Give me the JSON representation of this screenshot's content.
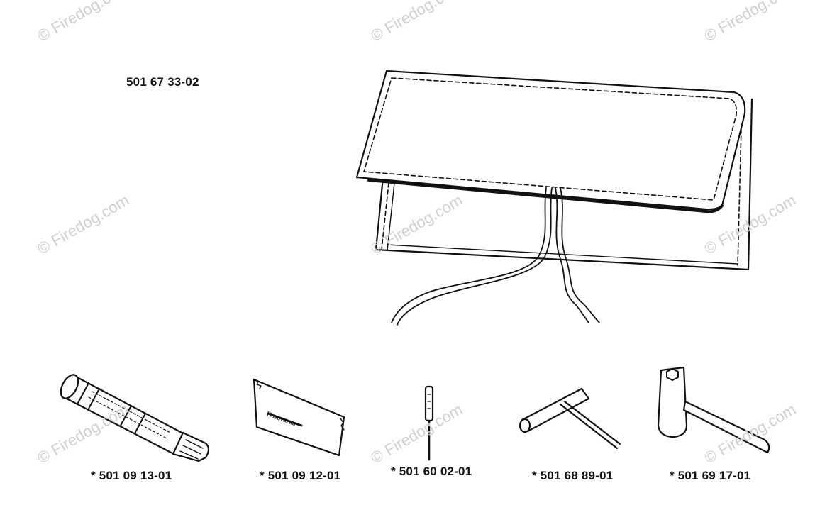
{
  "parts": {
    "main": "501 67 33-02",
    "items": [
      {
        "label": "*  501 09 13-01"
      },
      {
        "label": "*  501 09 12-01"
      },
      {
        "label": "*  501 60 02-01"
      },
      {
        "label": "*  501 68 89-01"
      },
      {
        "label": "*  501 69 17-01"
      }
    ]
  },
  "watermark": "© Firedog.com",
  "bag_print": "Husqvarna",
  "colors": {
    "ink": "#111111",
    "watermark": "#cfcfcf"
  }
}
